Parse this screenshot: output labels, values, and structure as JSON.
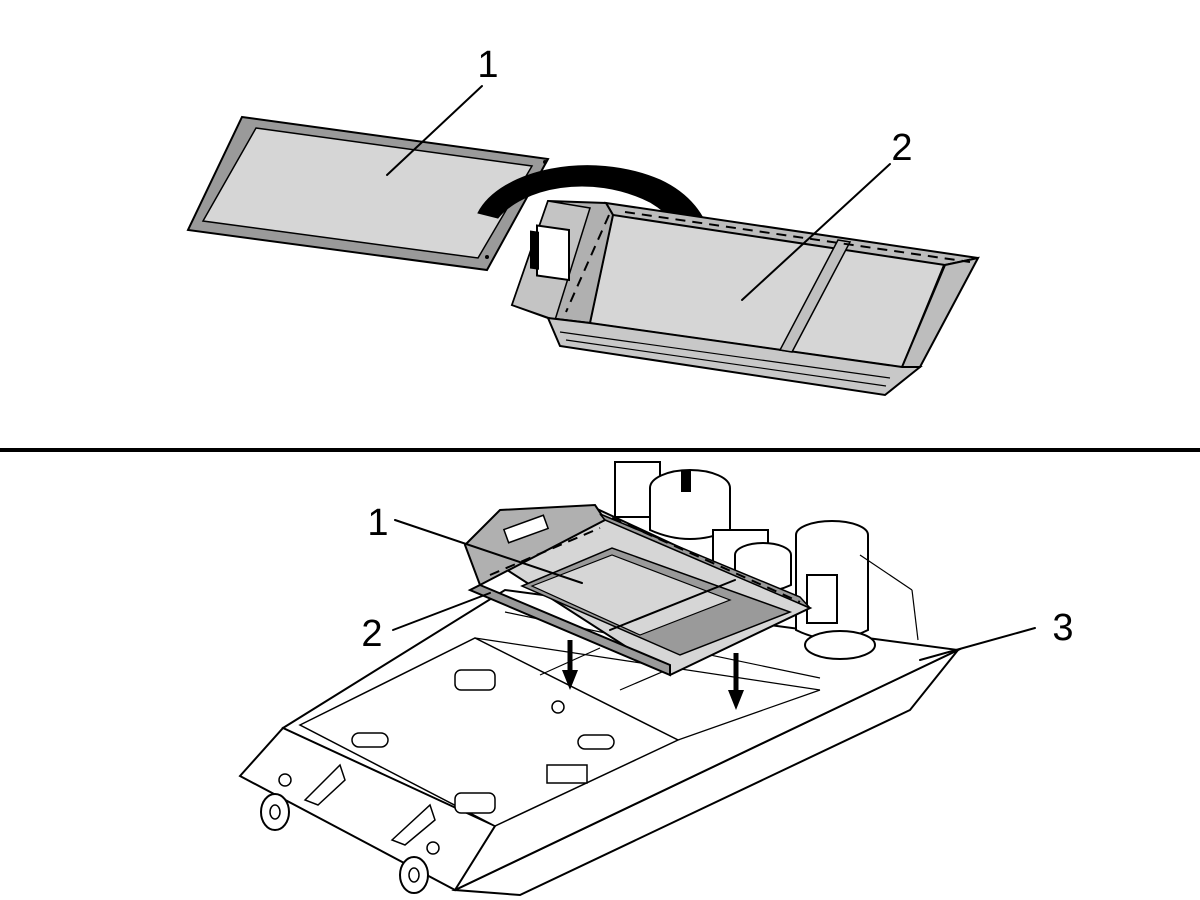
{
  "figure": {
    "top_panel": {
      "callout_1": "1",
      "callout_2": "2"
    },
    "bottom_panel": {
      "callout_1": "1",
      "callout_2": "2",
      "callout_3": "3"
    }
  },
  "colors": {
    "line": "#000000",
    "pan_fill": "#d6d6d6",
    "frame_fill": "#9a9a9a",
    "base_fill": "#ffffff"
  }
}
